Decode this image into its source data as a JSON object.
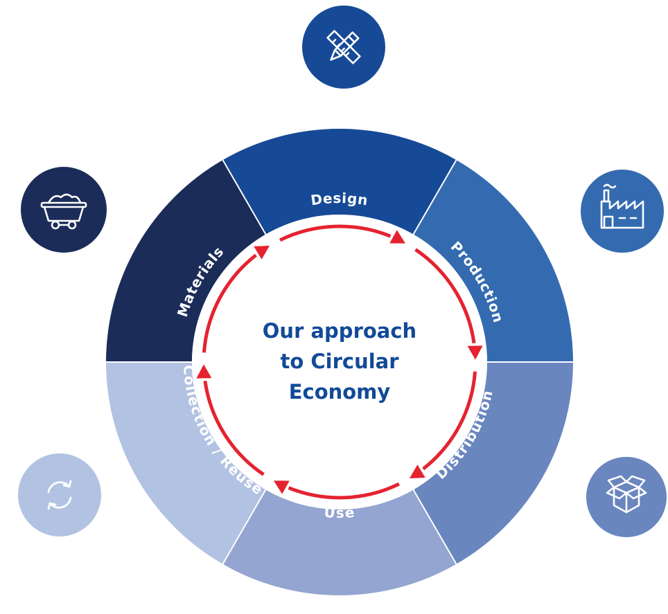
{
  "title_lines": [
    "Our approach",
    "to Circular",
    "Economy"
  ],
  "segments": [
    {
      "label": "Design",
      "color": "#174a96"
    },
    {
      "label": "Production",
      "color": "#346bb0"
    },
    {
      "label": "Distribution",
      "color": "#6a86bf"
    },
    {
      "label": "Use",
      "color": "#93a5d0"
    },
    {
      "label": "Collection / Reuse",
      "color": "#b2c2e2"
    },
    {
      "label": "Materials",
      "color": "#1c2c59"
    }
  ],
  "icons": [
    {
      "name": "design-tools-icon",
      "color": "#174a96"
    },
    {
      "name": "factory-icon",
      "color": "#346bb0"
    },
    {
      "name": "box-icon",
      "color": "#6a86bf"
    },
    {
      "name": "recycle-icon",
      "color": "#b2c2e2"
    },
    {
      "name": "mine-cart-icon",
      "color": "#1c2c59"
    }
  ],
  "arrow_color": "#e52330"
}
